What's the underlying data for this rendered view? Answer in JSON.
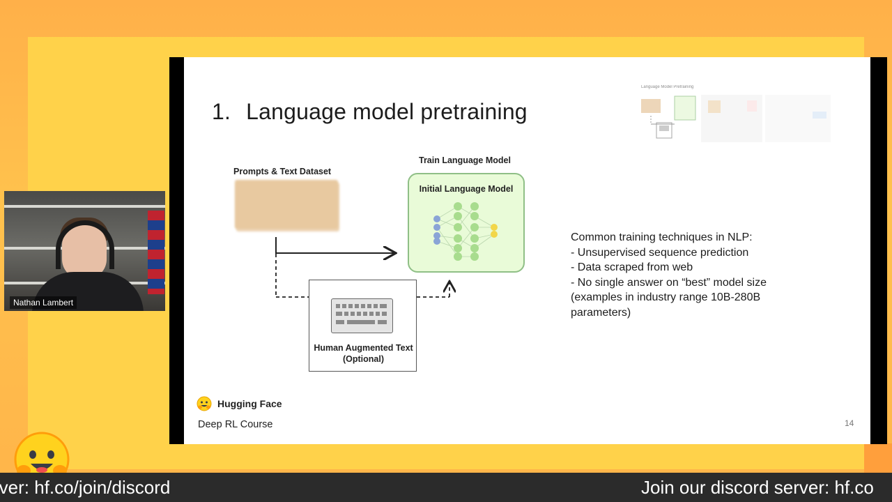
{
  "slide": {
    "title_number": "1.",
    "title": "Language model pretraining",
    "thumbnail_caption": "Language Model Pretraining",
    "dataset_label": "Prompts & Text Dataset",
    "train_label": "Train Language Model",
    "model_label": "Initial Language Model",
    "human_text_label": "Human Augmented Text (Optional)",
    "notes": [
      "Common training techniques in NLP:",
      "- Unsupervised sequence prediction",
      "- Data scraped from web",
      "- No single answer on “best” model size",
      "(examples in industry range 10B-280B",
      "parameters)"
    ],
    "brand": "Hugging Face",
    "course": "Deep RL Course",
    "page_number": "14"
  },
  "webcam": {
    "name": "Nathan Lambert"
  },
  "ticker": {
    "left_text": "rver: hf.co/join/discord",
    "right_text": "Join our discord server: hf.co"
  },
  "colors": {
    "background_orange": "#ffb049",
    "stage_yellow": "#ffd24a",
    "model_fill": "#e9fbd8",
    "model_border": "#8fbf86",
    "dataset_fill": "#e8c9a0",
    "ticker_bg": "#2b2b2b"
  },
  "icons": {
    "mascot": "hugging-face-emoji",
    "brand": "hugging-face-logo",
    "model": "neural-network-icon",
    "input": "keyboard-icon"
  }
}
